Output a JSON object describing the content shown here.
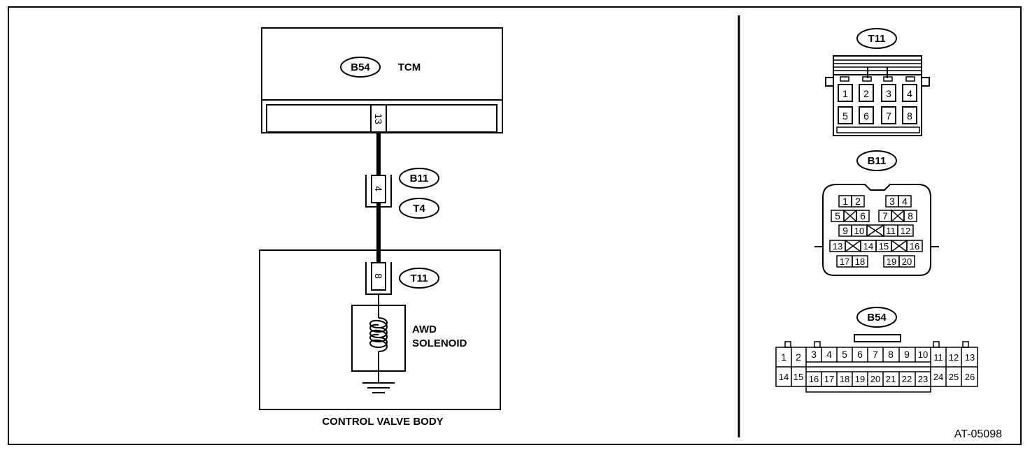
{
  "schematic": {
    "tcm_connector": "B54",
    "tcm_label": "TCM",
    "tcm_pin": "13",
    "joint_pin": "4",
    "joint_connector_a": "B11",
    "joint_connector_b": "T4",
    "solenoid_pin": "8",
    "solenoid_connector": "T11",
    "solenoid_label_line1": "AWD",
    "solenoid_label_line2": "SOLENOID",
    "valve_body_label": "CONTROL VALVE BODY"
  },
  "connectors": {
    "t11": {
      "name": "T11",
      "pins_top": [
        "1",
        "2",
        "3",
        "4"
      ],
      "pins_bottom": [
        "5",
        "6",
        "7",
        "8"
      ]
    },
    "b11": {
      "name": "B11",
      "pins": [
        "1",
        "2",
        "3",
        "4",
        "5",
        "6",
        "7",
        "8",
        "9",
        "10",
        "11",
        "12",
        "13",
        "14",
        "15",
        "16",
        "17",
        "18",
        "19",
        "20"
      ]
    },
    "b54": {
      "name": "B54",
      "pins_top": [
        "1",
        "2",
        "3",
        "4",
        "5",
        "6",
        "7",
        "8",
        "9",
        "10",
        "11",
        "12",
        "13"
      ],
      "pins_bottom": [
        "14",
        "15",
        "16",
        "17",
        "18",
        "19",
        "20",
        "21",
        "22",
        "23",
        "24",
        "25",
        "26"
      ]
    }
  },
  "figure_id": "AT-05098"
}
